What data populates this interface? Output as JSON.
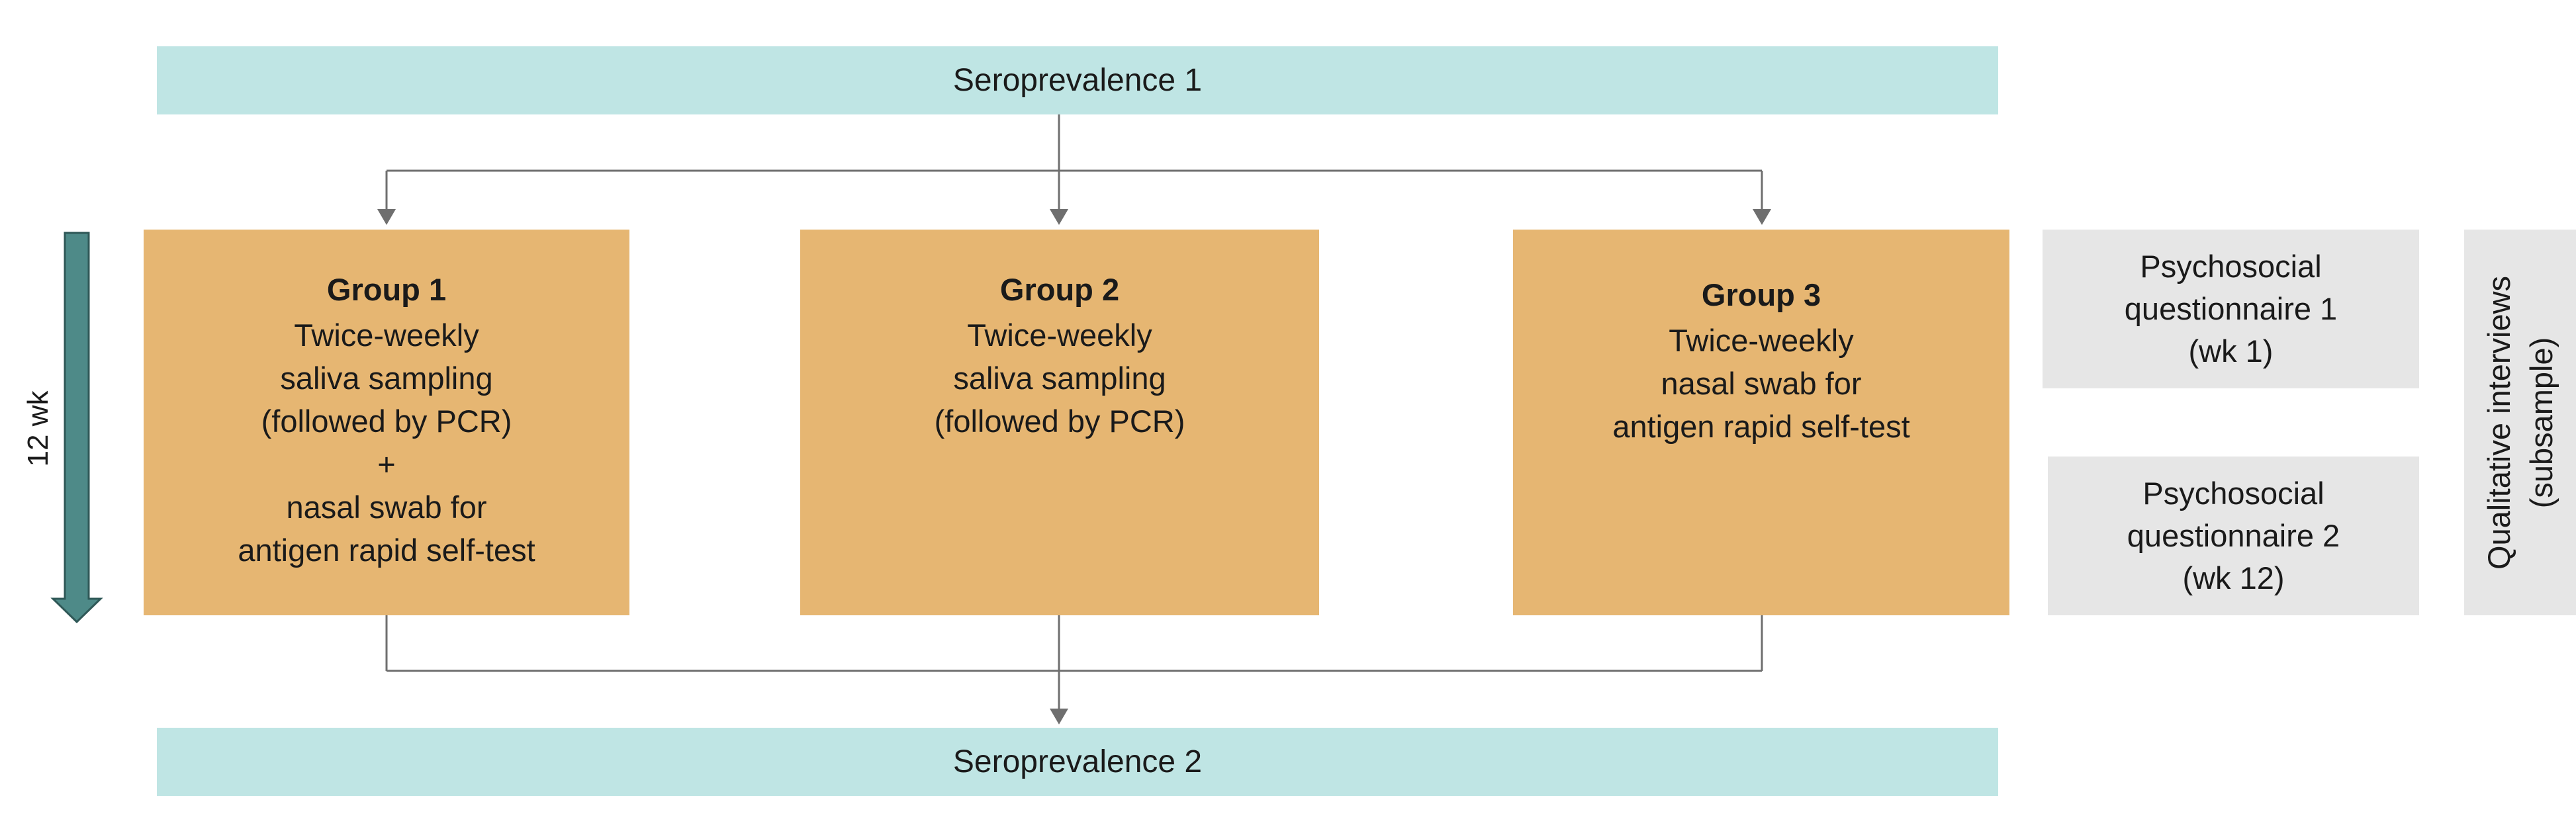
{
  "seroprevalence_top": "Seroprevalence 1",
  "seroprevalence_bottom": "Seroprevalence 2",
  "duration_label": "12 wk",
  "groups": [
    {
      "title": "Group 1",
      "lines": [
        "Twice-weekly",
        "saliva sampling",
        "(followed by PCR)",
        "+",
        "nasal swab for",
        "antigen rapid self-test"
      ]
    },
    {
      "title": "Group 2",
      "lines": [
        "Twice-weekly",
        "saliva sampling",
        "(followed by PCR)"
      ]
    },
    {
      "title": "Group 3",
      "lines": [
        "Twice-weekly",
        "nasal swab for",
        "antigen rapid self-test"
      ]
    }
  ],
  "questionnaires": [
    {
      "lines": [
        "Psychosocial",
        "questionnaire 1",
        "(wk 1)"
      ]
    },
    {
      "lines": [
        "Psychosocial",
        "questionnaire 2",
        "(wk 12)"
      ]
    }
  ],
  "qualitative": {
    "lines": [
      "Qualitative interviews",
      "(subsample)"
    ]
  },
  "colors": {
    "seroprevalence_fill": "#bfe5e4",
    "group_fill": "#e6b672",
    "questionnaire_fill": "#e6e6e6",
    "timeline_arrow": "#4e8a88",
    "connector": "#6f6f6f"
  }
}
